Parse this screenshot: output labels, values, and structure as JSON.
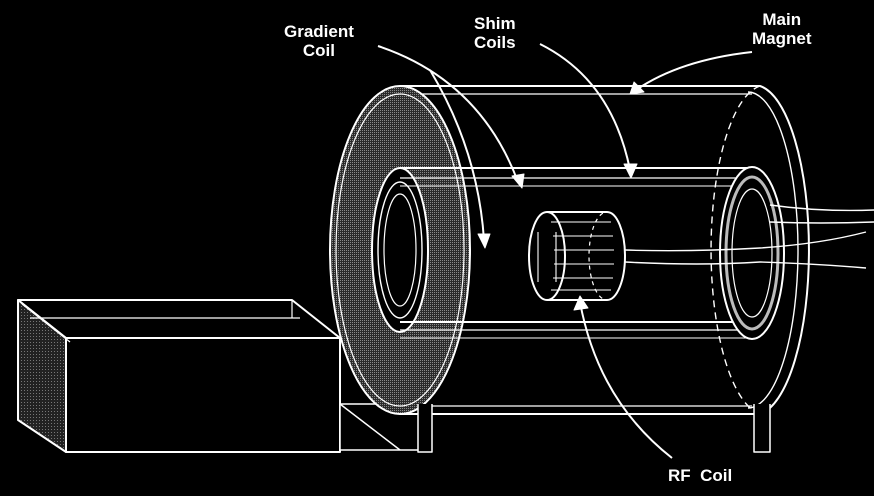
{
  "diagram": {
    "labels": {
      "gradient_coil": [
        "Gradient",
        "Coil"
      ],
      "shim_coils": [
        "Shim",
        "Coils"
      ],
      "main_magnet": [
        "Main",
        "Magnet"
      ],
      "rf_coil": "RF  Coil"
    },
    "colors": {
      "background": "#000000",
      "line": "#ffffff",
      "shaded_face": "#3a3a3a",
      "box_side": "#4a4a4a"
    }
  }
}
